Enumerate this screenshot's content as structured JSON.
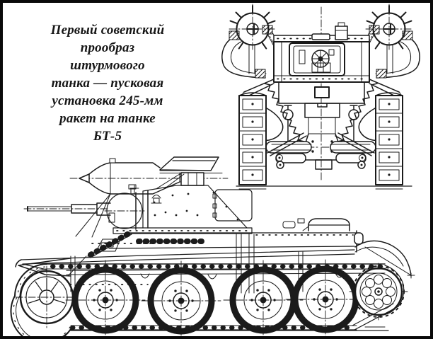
{
  "caption": {
    "lines": [
      "Первый советский",
      "прообраз",
      "штурмового",
      "танка — пусковая",
      "установка 245-мм",
      "ракет на танке",
      "БТ-5"
    ]
  },
  "figure": {
    "views": {
      "front_view": "tank-front-view-line-drawing",
      "side_view": "tank-side-view-line-drawing"
    }
  },
  "colors": {
    "ink": "#1b1b1b",
    "paper": "#ffffff",
    "frame": "#0a0a0a"
  }
}
